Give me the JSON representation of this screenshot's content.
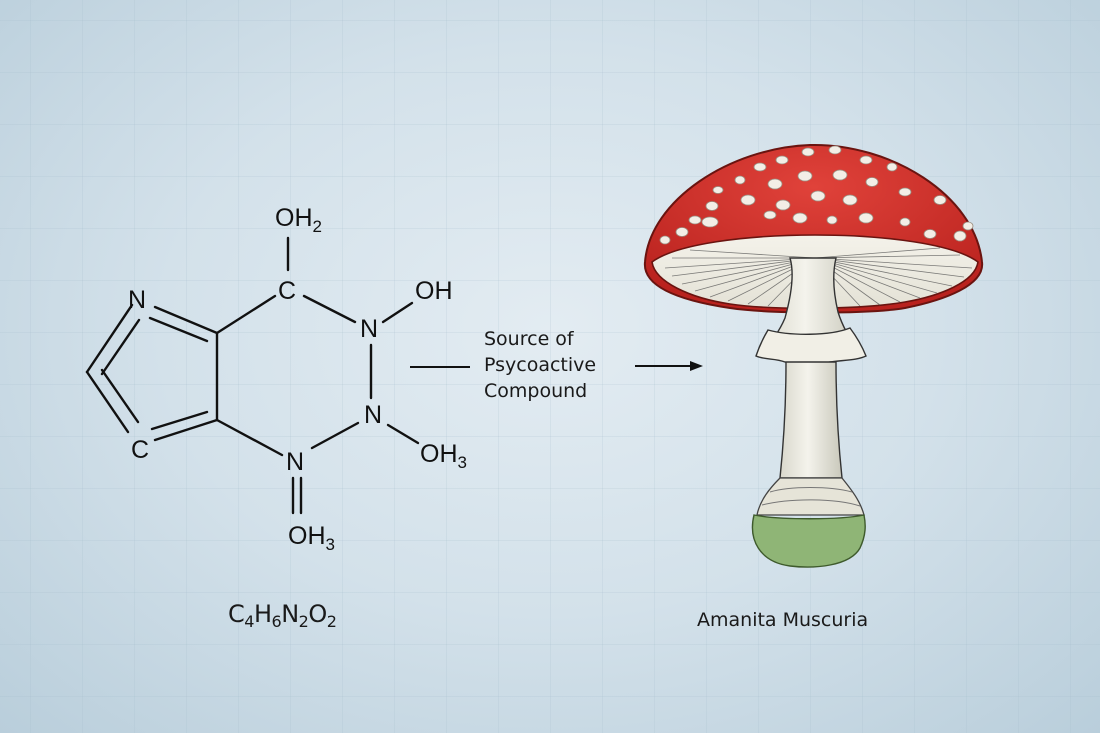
{
  "molecule": {
    "atoms": {
      "top_oh": "OH",
      "top_oh_sub": "2",
      "carbon_top": "C",
      "oh_right": "OH",
      "n_upper": "N",
      "n_middle": "N",
      "oh3_right": "OH",
      "oh3_right_sub": "3",
      "n_lower": "N",
      "oh3_bottom": "OH",
      "oh3_bottom_sub": "3",
      "n_ring": "N",
      "c_ring": "C"
    },
    "formula": {
      "parts": [
        "C",
        "4",
        "H",
        "6",
        "N",
        "2",
        "O",
        "2"
      ]
    }
  },
  "arrow": {
    "line1": "Source of",
    "line2": "Psycoactive",
    "line3": "Compound"
  },
  "mushroom": {
    "label": "Amanita Muscuria",
    "cap_color": "#d2302a",
    "spot_color": "#f3eee6",
    "stem_color": "#ecebe1",
    "volva_color": "#8fb576"
  }
}
